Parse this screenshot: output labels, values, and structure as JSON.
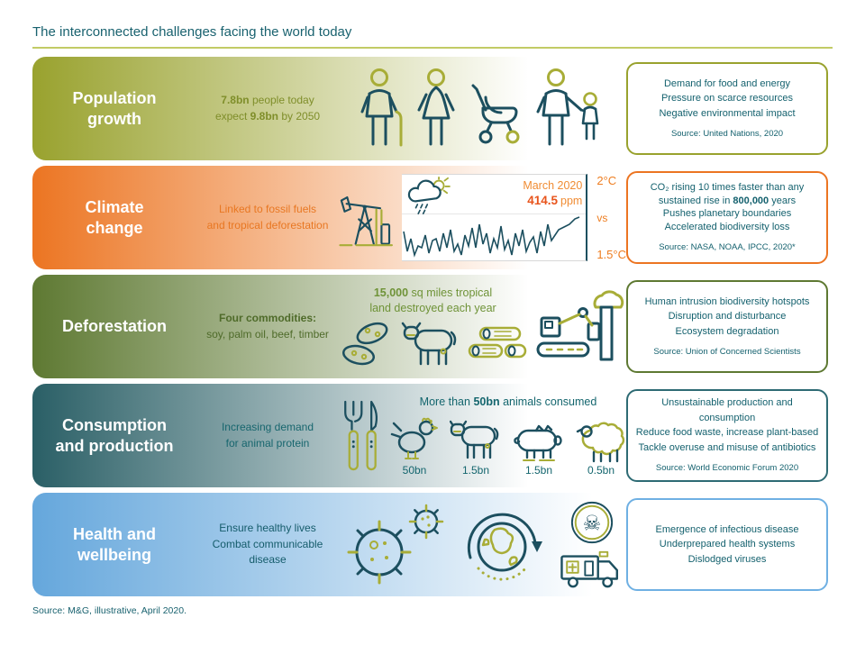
{
  "palette": {
    "heading_teal": "#19626f",
    "rule_olive": "#c2cb66",
    "body_teal": "#14616e",
    "icon_teal": "#1c4f5f",
    "icon_olive": "#a8ad37",
    "row_population": "#99a22e",
    "row_climate": "#ec7522",
    "row_deforestation": "#5e7932",
    "row_consumption": "#2a5f66",
    "row_health": "#65a7dc",
    "orange_label": "#ee7d20",
    "orange_value": "#e8541c"
  },
  "page": {
    "title": "The interconnected challenges facing the world today",
    "footer": "Source: M&G, illustrative, April 2020."
  },
  "rows": [
    {
      "title1": "Population",
      "title2": "growth",
      "desc": {
        "b1": "7.8bn",
        "t1": " people today",
        "t2a": "expect ",
        "b2": "9.8bn",
        "t2b": " by 2050"
      },
      "icons": [
        "elderly-person",
        "woman",
        "stroller",
        "parent-child"
      ],
      "box": {
        "lines": [
          "Demand for food and energy",
          "Pressure on scarce resources",
          "Negative environmental impact"
        ],
        "source": "Source: United Nations, 2020"
      }
    },
    {
      "title1": "Climate",
      "title2": "change",
      "desc": {
        "t1": "Linked to fossil fuels",
        "t2": "and tropical deforestation"
      },
      "icons": [
        "oil-pump",
        "rain-cloud-sun",
        "co2-line-chart"
      ],
      "chart": {
        "date": "March 2020",
        "value": "414.5",
        "unit": "ppm",
        "temp_high": "2°C",
        "vs": "vs",
        "temp_low": "1.5°C"
      },
      "box": {
        "l1": "CO₂ rising 10 times faster than any",
        "l2a": "sustained rise in ",
        "l2b": "800,000",
        "l2c": " years",
        "l3": "Pushes planetary boundaries",
        "l4": "Accelerated biodiversity loss",
        "source": "Source: NASA, NOAA, IPCC, 2020*"
      }
    },
    {
      "title1": "Deforestation",
      "title2": "",
      "desc": {
        "b1": "Four commodities:",
        "t1": "soy, palm oil, beef, timber"
      },
      "stat": {
        "b1": "15,000",
        "t1": " sq miles tropical",
        "t2": "land destroyed each year"
      },
      "icons": [
        "soybeans",
        "cow",
        "timber-logs",
        "bulldozer-tree"
      ],
      "box": {
        "lines": [
          "Human intrusion biodiversity hotspots",
          "Disruption and disturbance",
          "Ecosystem degradation"
        ],
        "source": "Source: Union of Concerned Scientists"
      }
    },
    {
      "title1": "Consumption",
      "title2": "and production",
      "desc": {
        "t1": "Increasing demand",
        "t2": "for animal protein"
      },
      "stat": {
        "t1": "More than ",
        "b1": "50bn",
        "t2": " animals consumed"
      },
      "icons": [
        "fork-knife",
        "chicken",
        "cow",
        "pig",
        "sheep"
      ],
      "animals": [
        {
          "name": "chicken",
          "count": "50bn"
        },
        {
          "name": "cow",
          "count": "1.5bn"
        },
        {
          "name": "pig",
          "count": "1.5bn"
        },
        {
          "name": "sheep",
          "count": "0.5bn"
        }
      ],
      "box": {
        "lines": [
          "Unsustainable production and consumption",
          "Reduce food waste, increase plant-based",
          "Tackle overuse and misuse of antibiotics"
        ],
        "source": "Source: World Economic Forum 2020"
      }
    },
    {
      "title1": "Health and",
      "title2": "wellbeing",
      "desc": {
        "t1": "Ensure healthy lives",
        "t2": "Combat communicable disease"
      },
      "icons": [
        "virus",
        "globe-arrow",
        "skull-crossbones",
        "ambulance"
      ],
      "box": {
        "lines": [
          "Emergence of infectious disease",
          "Underprepared health systems",
          "Dislodged viruses"
        ]
      }
    }
  ]
}
